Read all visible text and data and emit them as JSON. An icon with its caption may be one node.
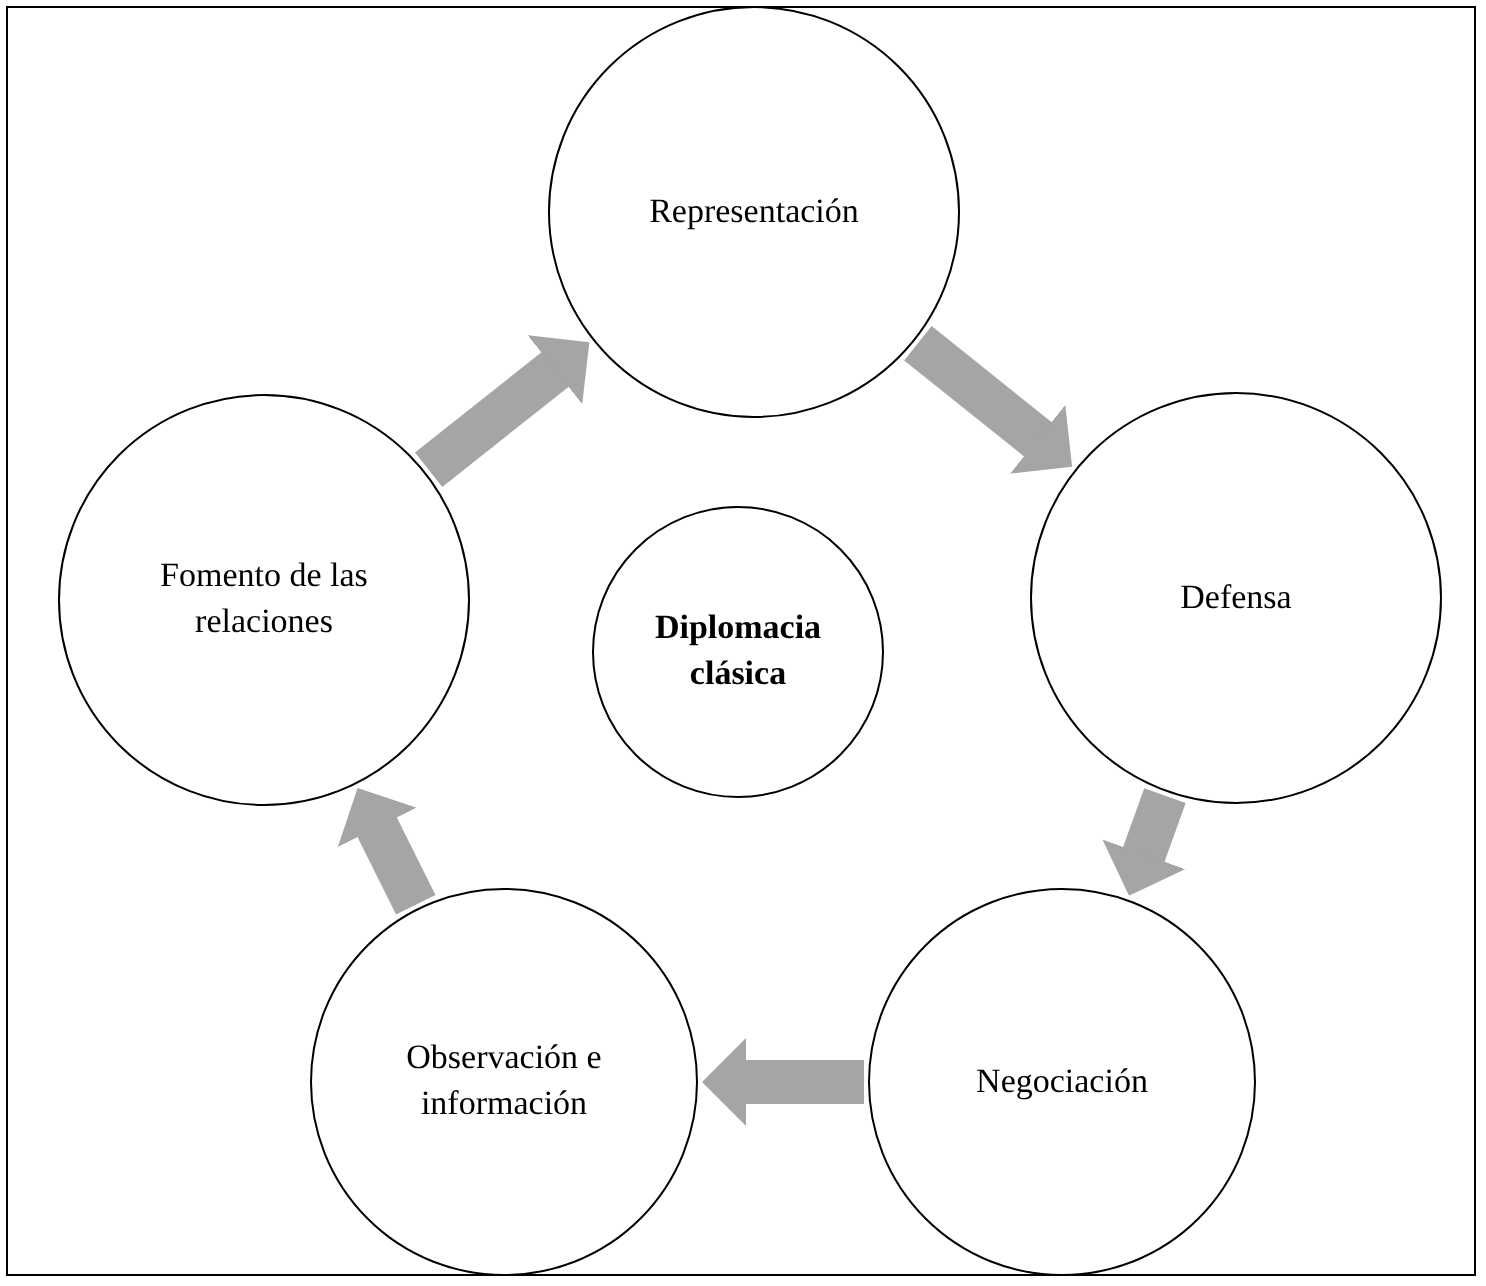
{
  "diagram": {
    "nodes": [
      {
        "text": [
          "Representación"
        ]
      },
      {
        "text": [
          "Defensa"
        ]
      },
      {
        "text": [
          "Negociación"
        ]
      },
      {
        "text": [
          "Observación e información"
        ]
      },
      {
        "text": [
          "Fomento de las relaciones"
        ]
      },
      {
        "text": [
          "Diplomacia clásica"
        ]
      }
    ],
    "edges": [
      {
        "from": 4,
        "to": 0,
        "arrow": "to"
      },
      {
        "from": 0,
        "to": 1,
        "arrow": "to"
      },
      {
        "from": 1,
        "to": 2,
        "arrow": "to"
      },
      {
        "from": 2,
        "to": 3,
        "arrow": "to"
      },
      {
        "from": 3,
        "to": 4,
        "arrow": "to"
      }
    ]
  }
}
